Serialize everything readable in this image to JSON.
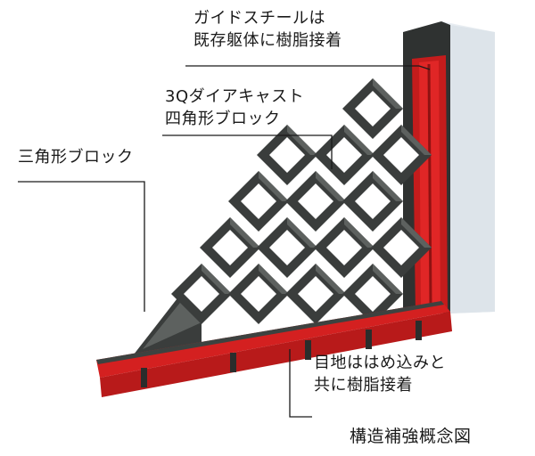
{
  "labels": {
    "guide_steel": [
      "ガイドスチールは",
      "既存躯体に樹脂接着"
    ],
    "cast_block": [
      "3Qダイアキャスト",
      "四角形ブロック"
    ],
    "triangle_block": [
      "三角形ブロック"
    ],
    "joint": [
      "目地ははめ込みと",
      "共に樹脂接着"
    ]
  },
  "caption": "構造補強概念図",
  "colors": {
    "steel_red": "#d42020",
    "steel_dark_red": "#9e1414",
    "block_dark": "#3a3d3c",
    "block_light": "#5d615f",
    "wall": "#e9eef3",
    "wall_shadow": "#2f3231",
    "leader_line": "#1a1a1a"
  }
}
